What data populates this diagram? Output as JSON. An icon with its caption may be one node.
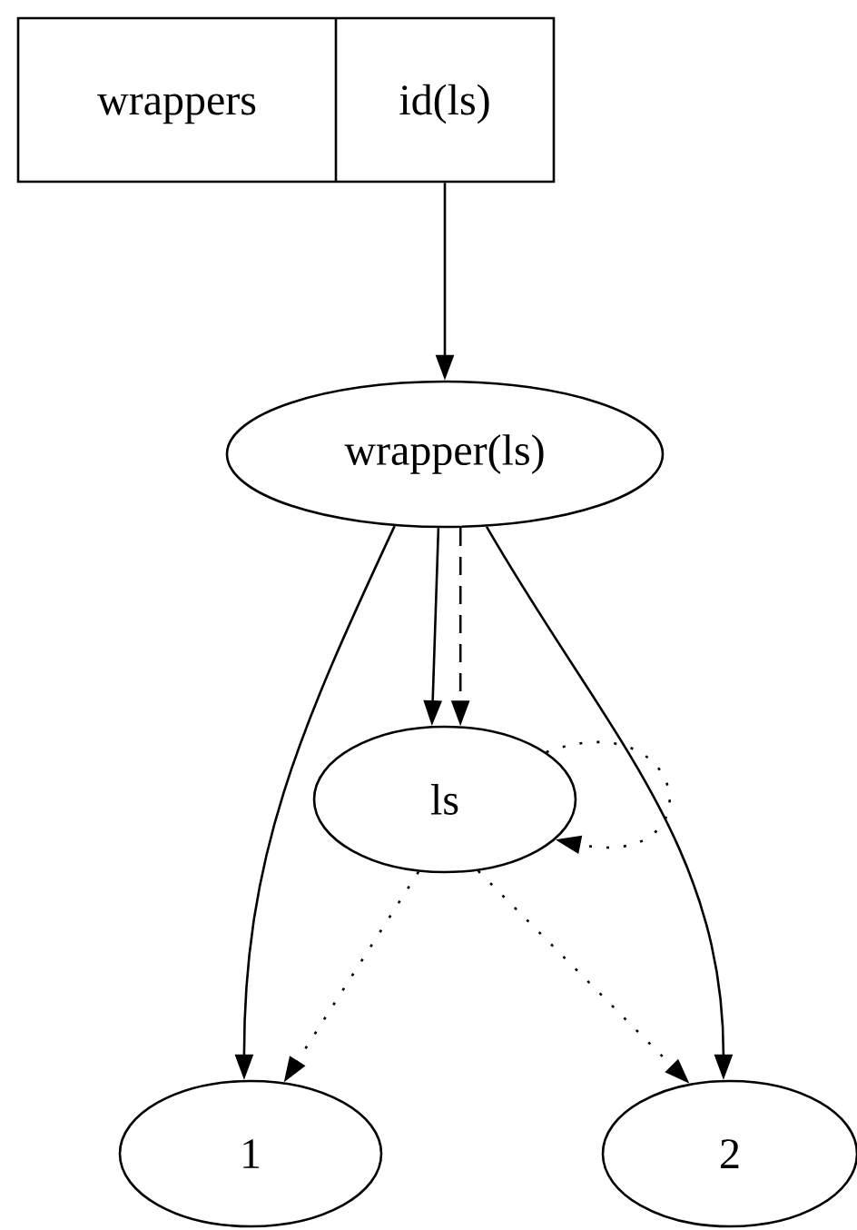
{
  "diagram": {
    "nodes": [
      {
        "text": [
          "wrappers",
          "id(ls)"
        ]
      },
      {
        "text": [
          "wrapper(ls)"
        ]
      },
      {
        "text": [
          "ls"
        ]
      },
      {
        "text": [
          "1"
        ]
      },
      {
        "text": [
          "2"
        ]
      }
    ],
    "edges": [
      {
        "from": 0,
        "to": 1,
        "arrow": "to"
      },
      {
        "from": 1,
        "to": 2,
        "arrow": "to"
      },
      {
        "from": 1,
        "to": 2,
        "arrow": "to",
        "style": "dashed"
      },
      {
        "from": 1,
        "to": 3,
        "arrow": "to"
      },
      {
        "from": 1,
        "to": 4,
        "arrow": "to"
      },
      {
        "from": 2,
        "to": 2,
        "arrow": "to",
        "style": "dashed"
      },
      {
        "from": 2,
        "to": 3,
        "arrow": "to",
        "style": "dashed"
      },
      {
        "from": 2,
        "to": 4,
        "arrow": "to",
        "style": "dashed"
      }
    ]
  }
}
